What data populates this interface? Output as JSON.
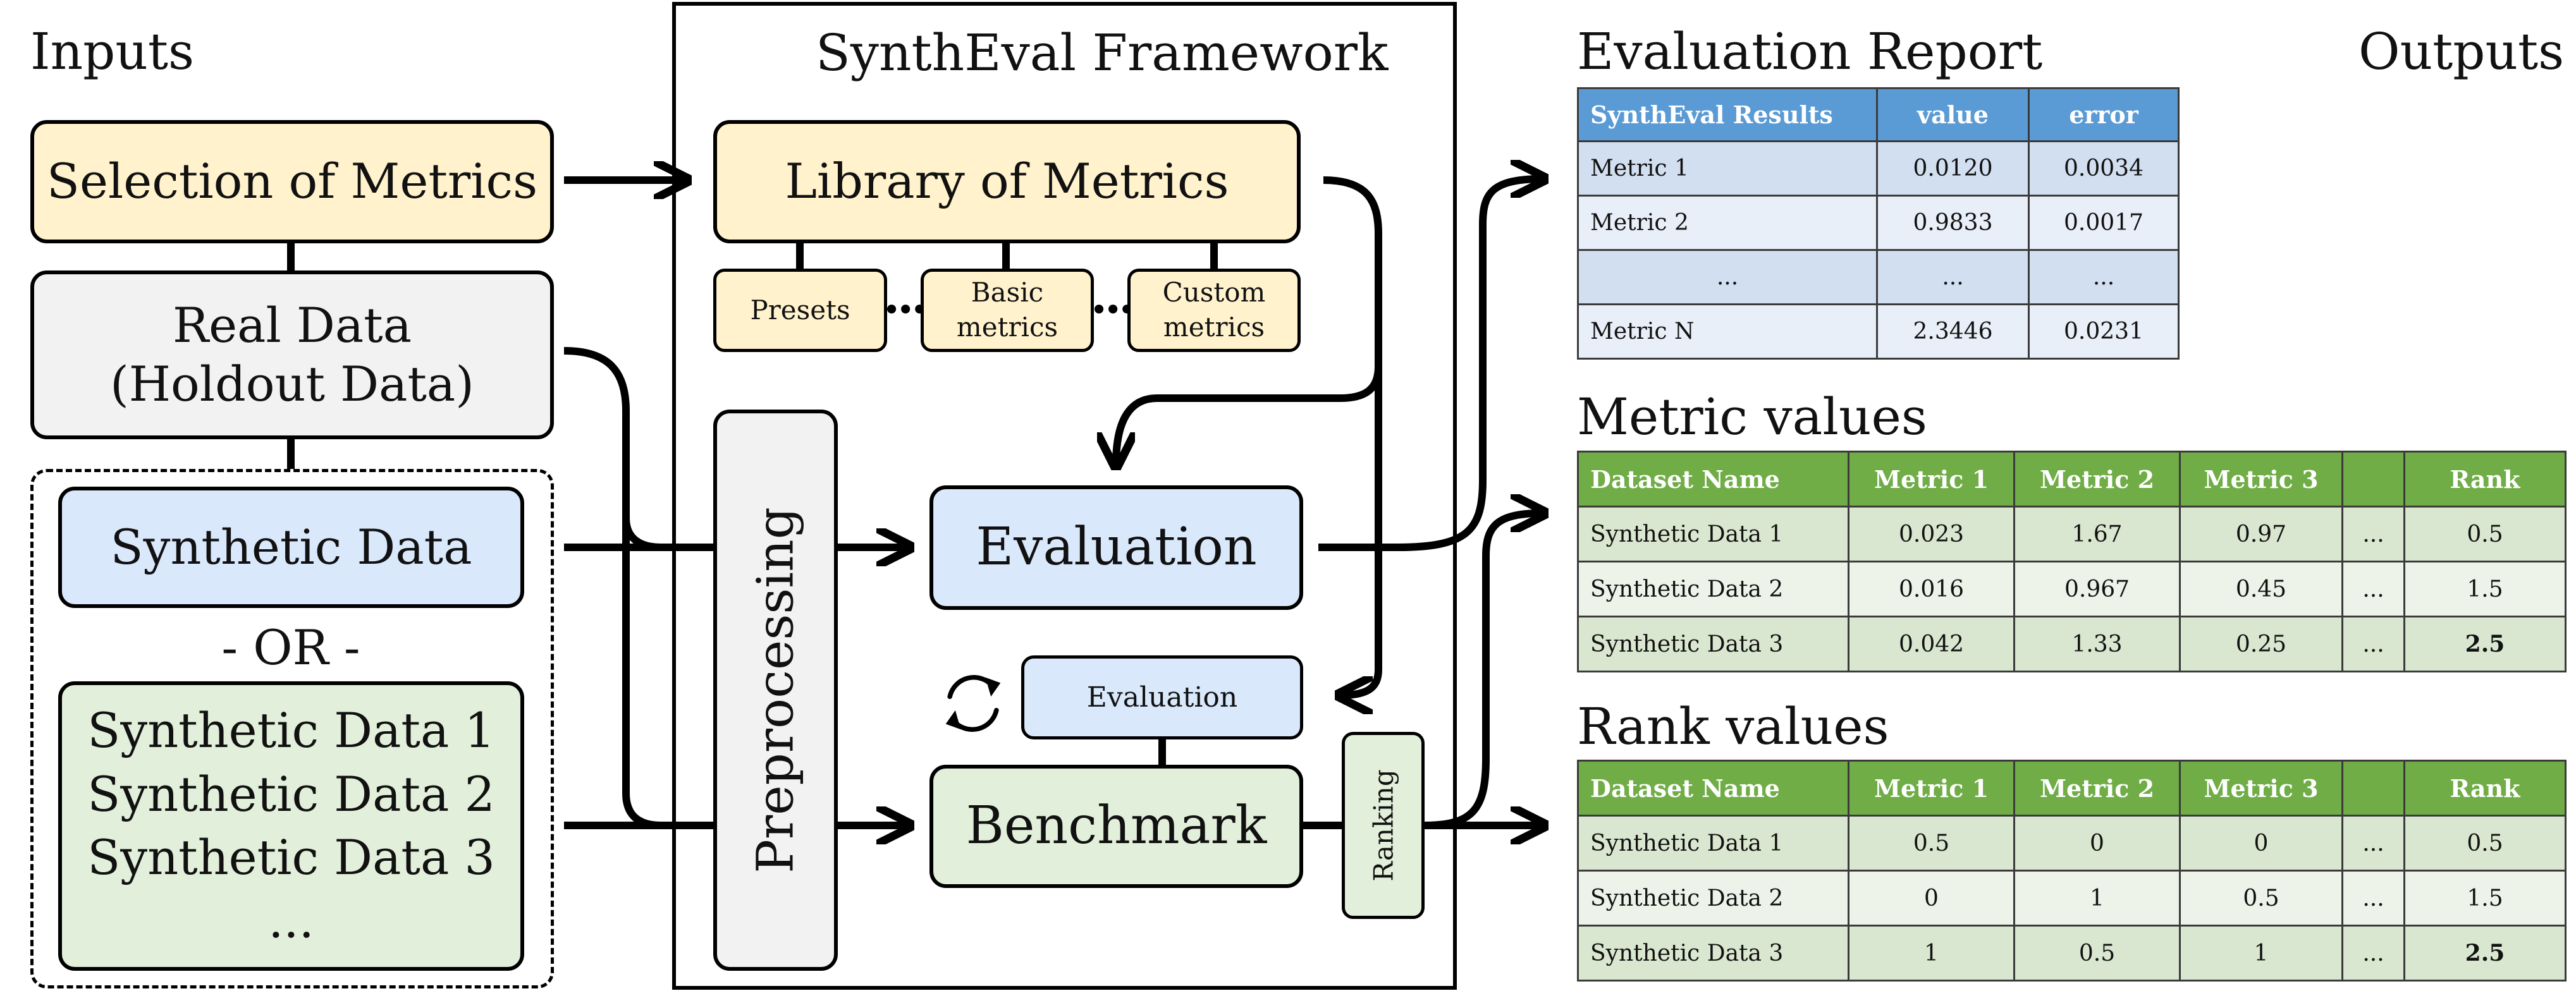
{
  "sections": {
    "inputs": "Inputs",
    "framework": "SynthEval Framework",
    "outputs": "Outputs"
  },
  "inputs": {
    "selection": "Selection of Metrics",
    "real_line1": "Real Data",
    "real_line2": "(Holdout Data)",
    "synthetic": "Synthetic Data",
    "or": "- OR -",
    "multi": [
      "Synthetic Data 1",
      "Synthetic Data 2",
      "Synthetic Data 3",
      "..."
    ]
  },
  "framework": {
    "library": "Library of Metrics",
    "presets": "Presets",
    "basic_line1": "Basic",
    "basic_line2": "metrics",
    "custom_line1": "Custom",
    "custom_line2": "metrics",
    "preprocessing": "Preprocessing",
    "evaluation": "Evaluation",
    "evaluation_small": "Evaluation",
    "benchmark": "Benchmark",
    "ranking": "Ranking"
  },
  "report": {
    "title": "Evaluation Report",
    "headers": [
      "SynthEval Results",
      "value",
      "error"
    ],
    "rows": [
      [
        "Metric 1",
        "0.0120",
        "0.0034"
      ],
      [
        "Metric 2",
        "0.9833",
        "0.0017"
      ],
      [
        "...",
        "...",
        "..."
      ],
      [
        "Metric N",
        "2.3446",
        "0.0231"
      ]
    ]
  },
  "metric_values": {
    "title": "Metric values",
    "headers": [
      "Dataset Name",
      "Metric 1",
      "Metric 2",
      "Metric 3",
      "",
      "Rank"
    ],
    "rows": [
      [
        "Synthetic Data 1",
        "0.023",
        "1.67",
        "0.97",
        "...",
        "0.5"
      ],
      [
        "Synthetic Data 2",
        "0.016",
        "0.967",
        "0.45",
        "...",
        "1.5"
      ],
      [
        "Synthetic Data 3",
        "0.042",
        "1.33",
        "0.25",
        "...",
        "2.5"
      ]
    ]
  },
  "rank_values": {
    "title": "Rank values",
    "headers": [
      "Dataset Name",
      "Metric 1",
      "Metric 2",
      "Metric 3",
      "",
      "Rank"
    ],
    "rows": [
      [
        "Synthetic Data 1",
        "0.5",
        "0",
        "0",
        "...",
        "0.5"
      ],
      [
        "Synthetic Data 2",
        "0",
        "1",
        "0.5",
        "...",
        "1.5"
      ],
      [
        "Synthetic Data 3",
        "1",
        "0.5",
        "1",
        "...",
        "2.5"
      ]
    ]
  },
  "icons": {
    "refresh": "cycle-arrows-icon"
  }
}
